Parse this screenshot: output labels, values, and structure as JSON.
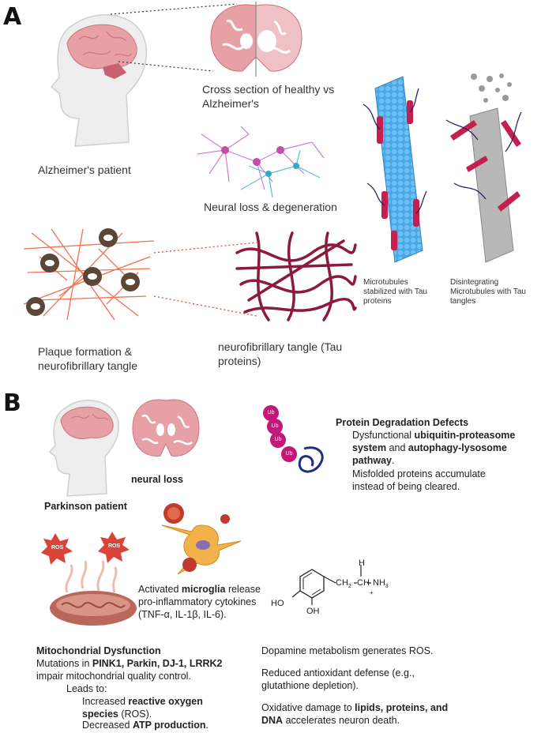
{
  "panel_a": {
    "letter": "A",
    "patient_label": "Alzheimer's patient",
    "cross_section_label": "Cross section of healthy vs Alzheimer's",
    "neural_loss_label": "Neural loss & degeneration",
    "plaque_label": "Plaque formation & neurofibrillary tangle",
    "tangle_label": "neurofibrillary tangle (Tau proteins)",
    "microtubule_stable_label": "Microtubules stabilized with Tau proteins",
    "microtubule_disint_label": "Disintegrating Microtubules with Tau tangles"
  },
  "panel_b": {
    "letter": "B",
    "patient_label": "Parkinson patient",
    "neural_loss_label": "neural loss",
    "ub_label": "Ub",
    "protein_title": "Protein Degradation Defects",
    "protein_l1": "Dysfunctional ",
    "protein_l1b": "ubiquitin-proteasome system",
    "protein_l2": " and ",
    "protein_l2b": "autophagy-lysosome pathway",
    "protein_l2c": ".",
    "protein_l3": "Misfolded proteins accumulate instead of being cleared.",
    "ros_label": "ROS",
    "microglia_pre": "Activated ",
    "microglia_b": "microglia",
    "microglia_post": " release pro-inflammatory cytokines (TNF-α, IL-1β, IL-6).",
    "chem_ch2": "CH",
    "chem_ch": "CH",
    "chem_nh3": "NH",
    "chem_h": "H",
    "chem_ho": "HO",
    "chem_oh": "OH",
    "chem_plus": "+",
    "mito_title": "Mitochondrial Dysfunction",
    "mito_l1": "Mutations in ",
    "mito_l1b": "PINK1, Parkin, DJ-1, LRRK2",
    "mito_l2": "impair mitochondrial quality control.",
    "mito_leads": "Leads to:",
    "mito_inc": "Increased ",
    "mito_inc_b": "reactive oxygen species",
    "mito_inc_c": " (ROS).",
    "mito_dec": "Decreased ",
    "mito_dec_b": "ATP production",
    "mito_dec_c": ".",
    "dopa_l1": "Dopamine metabolism generates ROS.",
    "dopa_l2": "Reduced antioxidant defense (e.g., glutathione depletion).",
    "dopa_l3": "Oxidative damage to ",
    "dopa_l3b": "lipids, proteins, and DNA",
    "dopa_l3c": " accelerates neuron death."
  },
  "colors": {
    "brain": "#e7a1a6",
    "skin": "#ececec",
    "microtubule_blue": "#4aa6e6",
    "microtubule_grey": "#b8b8b8",
    "tau": "#c41f4e",
    "tangle": "#8b1a3c",
    "ub": "#c2187a",
    "ros": "#d9433a",
    "mito": "#b8675a",
    "microglia": "#f2b14a"
  }
}
